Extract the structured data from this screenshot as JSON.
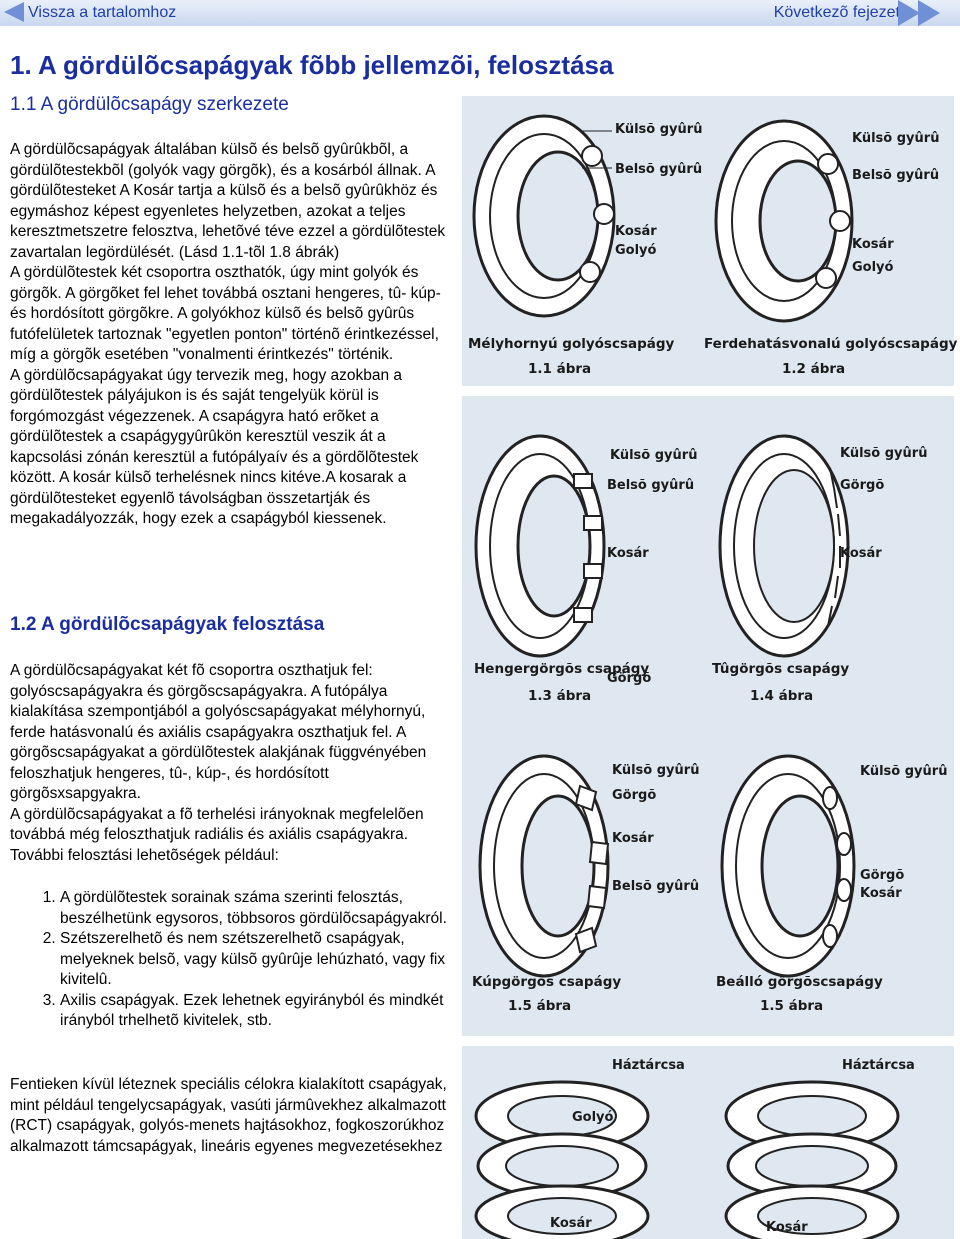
{
  "nav": {
    "back_label": "Vissza a tartalomhoz",
    "next_label": "Következõ fejezet"
  },
  "title": "1. A gördülõcsapágyak fõbb jellemzõi, felosztása",
  "section1": {
    "heading": "1.1 A gördülõcsapágy szerkezete",
    "paragraphs": [
      "A gördülõcsapágyak általában külsõ és belsõ gyûrûkbõl, a gördülõtestekbõl (golyók vagy görgõk), és a kosárból állnak. A gördülõtesteket A Kosár tartja a külsõ és a belsõ gyûrûkhöz és egymáshoz képest egyenletes helyzetben, azokat a teljes keresztmetszetre felosztva, lehetõvé téve ezzel a gördülõtestek zavartalan legördülését. (Lásd 1.1-tõl 1.8 ábrák)",
      "A gördülõtestek két csoportra oszthatók, úgy mint golyók és görgõk. A görgõket fel lehet továbbá osztani hengeres, tû- kúp- és hordósított görgõkre. A golyókhoz külsõ és belsõ gyûrûs futófelületek tartoznak \"egyetlen ponton\" történõ érintkezéssel, míg a görgõk esetében \"vonalmenti érintkezés\" történik.",
      "A gördülõcsapágyakat úgy tervezik meg, hogy azokban a gördülõtestek pályájukon is és saját tengelyük körül is forgómozgást végezzenek. A csapágyra ható erõket a gördülõtestek a csapágygyûrûkön keresztül veszik át a kapcsolási zónán keresztül a futópályaív és a gördõlõtestek között. A kosár külsõ terhelésnek nincs kitéve.A kosarak a gördülõtesteket egyenlõ távolságban összetartják és megakadályozzák, hogy ezek a csapágyból kiessenek."
    ]
  },
  "section2": {
    "heading": "1.2 A gördülõcsapágyak felosztása",
    "paragraphs": [
      "A gördülõcsapágyakat két fõ csoportra oszthatjuk fel: golyóscsapágyakra és görgõscsapágyakra. A futópálya kialakítása szempontjából a golyóscsapágyakat mélyhornyú, ferde hatásvonalú és axiális csapágyakra oszthatjuk fel. A görgõscsapágyakat a gördülõtestek alakjának függvényében feloszhatjuk hengeres, tû-, kúp-, és hordósított görgõsxsapgyakra.",
      "A gördülõcsapágyakat a fõ terhelési irányoknak megfelelõen továbbá még feloszthatjuk radiális és axiális csapágyakra. További felosztási lehetõségek például:"
    ],
    "list": [
      "A gördülõtestek sorainak száma szerinti felosztás, beszélhetünk egysoros, többsoros gördülõcsapágyakról.",
      "Szétszerelhetõ és nem szétszerelhetõ csapágyak, melyeknek belsõ, vagy külsõ gyûrûje lehúzható, vagy fix kivitelû.",
      "Axilis csapágyak. Ezek lehetnek egyirányból és mindkét irányból trhelhetõ kivitelek, stb."
    ],
    "closing": "Fentieken kívül léteznek speciális célokra kialakított csapágyak, mint például tengelycsapágyak, vasúti jármûvekhez alkalmazott (RCT) csapágyak, golyós-menets hajtásokhoz, fogkoszorúkhoz alkalmazott támcsapágyak, lineáris egyenes megvezetésekhez"
  },
  "figures": [
    {
      "labels": [
        "Külsõ gyûrû",
        "Belsõ gyûrû",
        "Kosár",
        "Golyó"
      ],
      "caption": "Mélyhornyú golyóscsapágy",
      "number": "1.1 ábra"
    },
    {
      "labels": [
        "Külsõ gyûrû",
        "Belsõ gyûrû",
        "Kosár",
        "Golyó"
      ],
      "caption": "Ferdehatásvonalú golyóscsapágy",
      "number": "1.2 ábra"
    },
    {
      "labels": [
        "Külsõ gyûrû",
        "Belsõ gyûrû",
        "Kosár",
        "Görgõ"
      ],
      "caption": "Hengergörgõs csapágy",
      "number": "1.3 ábra"
    },
    {
      "labels": [
        "Külsõ gyûrû",
        "Görgõ",
        "Kosár"
      ],
      "caption": "Tûgörgõs csapágy",
      "number": "1.4 ábra"
    },
    {
      "labels": [
        "Külsõ gyûrû",
        "Görgõ",
        "Kosár",
        "Belsõ gyûrû"
      ],
      "caption": "Kúpgörgõs csapágy",
      "number": "1.5 ábra"
    },
    {
      "labels": [
        "Külsõ gyûrû",
        "Görgõ",
        "Kosár"
      ],
      "caption": "Beálló görgõscsapágy",
      "number": "1.5 ábra"
    },
    {
      "labels": [
        "Háztárcsa",
        "Golyó",
        "Kosár"
      ]
    },
    {
      "labels": [
        "Háztárcsa",
        "Kosár"
      ]
    }
  ],
  "colors": {
    "heading": "#1a2ea0",
    "link": "#1f3fa8",
    "figure_bg": "#dfe7f0"
  }
}
